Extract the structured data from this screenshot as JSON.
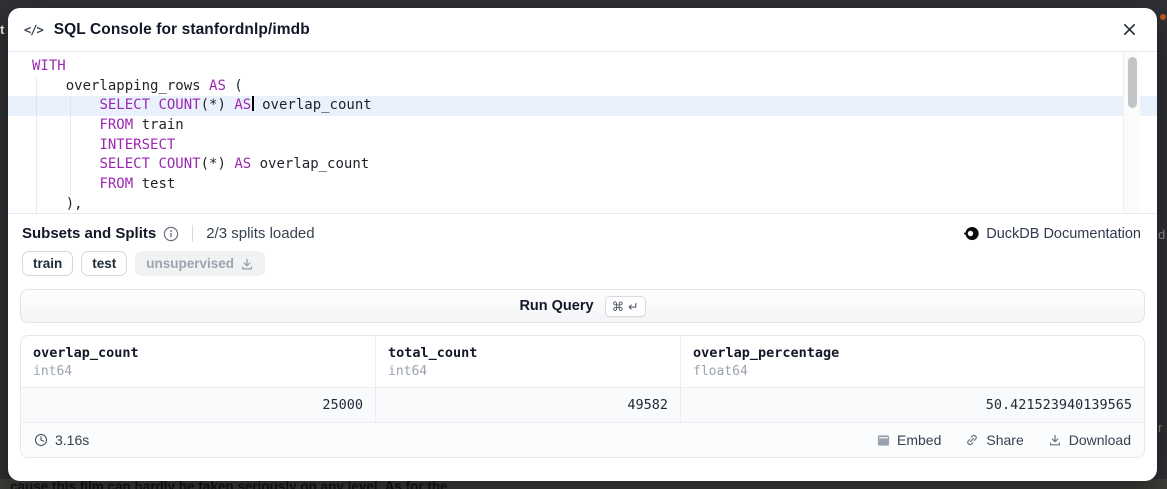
{
  "colors": {
    "keyword": "#9c27b0",
    "active_line": "#e9f2fc",
    "title_text": "#111827",
    "muted_text": "#9ca3af"
  },
  "header": {
    "code_icon_glyph": "</>",
    "title": "SQL Console for stanfordnlp/imdb"
  },
  "editor": {
    "lines": [
      {
        "indent": 0,
        "active": false,
        "tokens": [
          [
            "kw",
            "WITH"
          ]
        ]
      },
      {
        "indent": 4,
        "active": false,
        "tokens": [
          [
            "p",
            "overlapping_rows "
          ],
          [
            "kw",
            "AS"
          ],
          [
            "p",
            " ("
          ]
        ]
      },
      {
        "indent": 8,
        "active": true,
        "tokens": [
          [
            "kw",
            "SELECT"
          ],
          [
            "p",
            " "
          ],
          [
            "kw",
            "COUNT"
          ],
          [
            "p",
            "(*) "
          ],
          [
            "kw",
            "AS"
          ],
          [
            "caret",
            ""
          ],
          [
            "p",
            " overlap_count"
          ]
        ]
      },
      {
        "indent": 8,
        "active": false,
        "tokens": [
          [
            "kw",
            "FROM"
          ],
          [
            "p",
            " train"
          ]
        ]
      },
      {
        "indent": 8,
        "active": false,
        "tokens": [
          [
            "kw",
            "INTERSECT"
          ]
        ]
      },
      {
        "indent": 8,
        "active": false,
        "tokens": [
          [
            "kw",
            "SELECT"
          ],
          [
            "p",
            " "
          ],
          [
            "kw",
            "COUNT"
          ],
          [
            "p",
            "(*) "
          ],
          [
            "kw",
            "AS"
          ],
          [
            "p",
            " overlap_count"
          ]
        ]
      },
      {
        "indent": 8,
        "active": false,
        "tokens": [
          [
            "kw",
            "FROM"
          ],
          [
            "p",
            " test"
          ]
        ]
      },
      {
        "indent": 4,
        "active": false,
        "tokens": [
          [
            "p",
            "),"
          ]
        ]
      }
    ]
  },
  "subsets": {
    "title": "Subsets and Splits",
    "status": "2/3 splits loaded"
  },
  "docs": {
    "label": "DuckDB Documentation"
  },
  "splits": [
    {
      "label": "train",
      "loaded": true
    },
    {
      "label": "test",
      "loaded": true
    },
    {
      "label": "unsupervised",
      "loaded": false,
      "icon": "download-icon"
    }
  ],
  "run": {
    "label": "Run Query",
    "kbd_meta": "⌘",
    "kbd_enter": "↵"
  },
  "results": {
    "columns": [
      {
        "name": "overlap_count",
        "type": "int64"
      },
      {
        "name": "total_count",
        "type": "int64"
      },
      {
        "name": "overlap_percentage",
        "type": "float64"
      }
    ],
    "rows": [
      [
        "25000",
        "49582",
        "50.421523940139565"
      ]
    ],
    "elapsed": "3.16s",
    "actions": [
      {
        "label": "Embed",
        "icon": "embed-icon"
      },
      {
        "label": "Share",
        "icon": "share-icon"
      },
      {
        "label": "Download",
        "icon": "download-icon"
      }
    ]
  },
  "backdrop": {
    "bottom_text": "cause this film can hardly be taken seriously on any level. As for the",
    "left_fragment": "t",
    "right_fragment_1": "d",
    "right_fragment_2": "r"
  }
}
